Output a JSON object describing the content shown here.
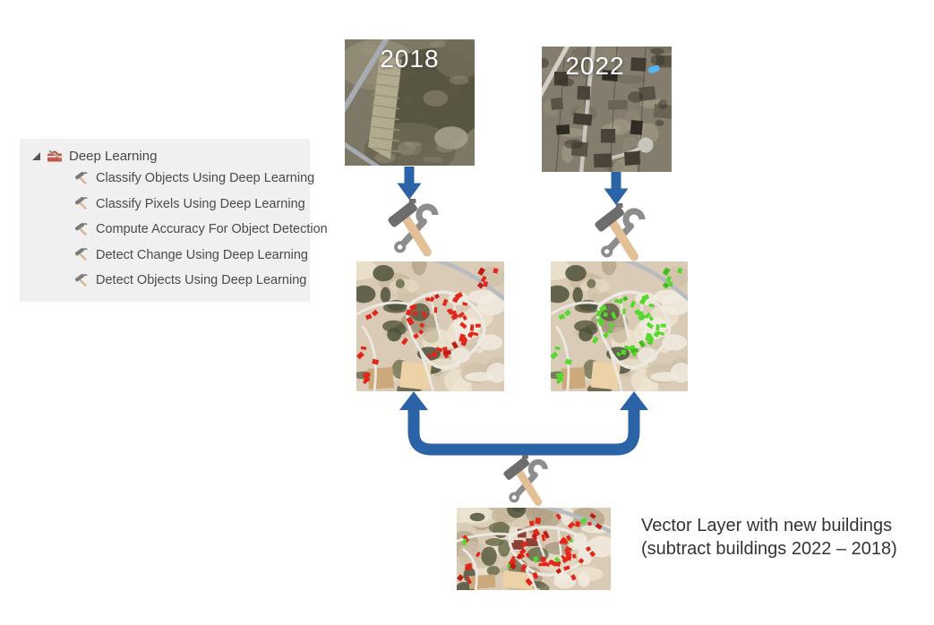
{
  "colors": {
    "arrow_blue": "#2A63A6",
    "detect_red": "#E3261A",
    "detect_green": "#55D82C",
    "panel_bg": "#F0F0F0"
  },
  "toolbox_panel": {
    "root_label": "Deep Learning",
    "items": [
      {
        "label": "Classify Objects Using Deep Learning"
      },
      {
        "label": "Classify Pixels Using Deep Learning"
      },
      {
        "label": "Compute Accuracy For Object Detection"
      },
      {
        "label": "Detect Change Using Deep Learning"
      },
      {
        "label": "Detect Objects Using Deep Learning"
      }
    ]
  },
  "diagram": {
    "input_images": [
      {
        "label": "2018"
      },
      {
        "label": "2022"
      }
    ],
    "caption": {
      "line1": "Vector Layer with new buildings",
      "line2": "(subtract buildings 2022 – 2018)"
    }
  },
  "icons": {
    "expander": "triangle-expanded",
    "toolbox": "red-toolbox-with-hammer",
    "tool": "geoprocessing-hammer",
    "process": "hammer-and-wrench"
  }
}
